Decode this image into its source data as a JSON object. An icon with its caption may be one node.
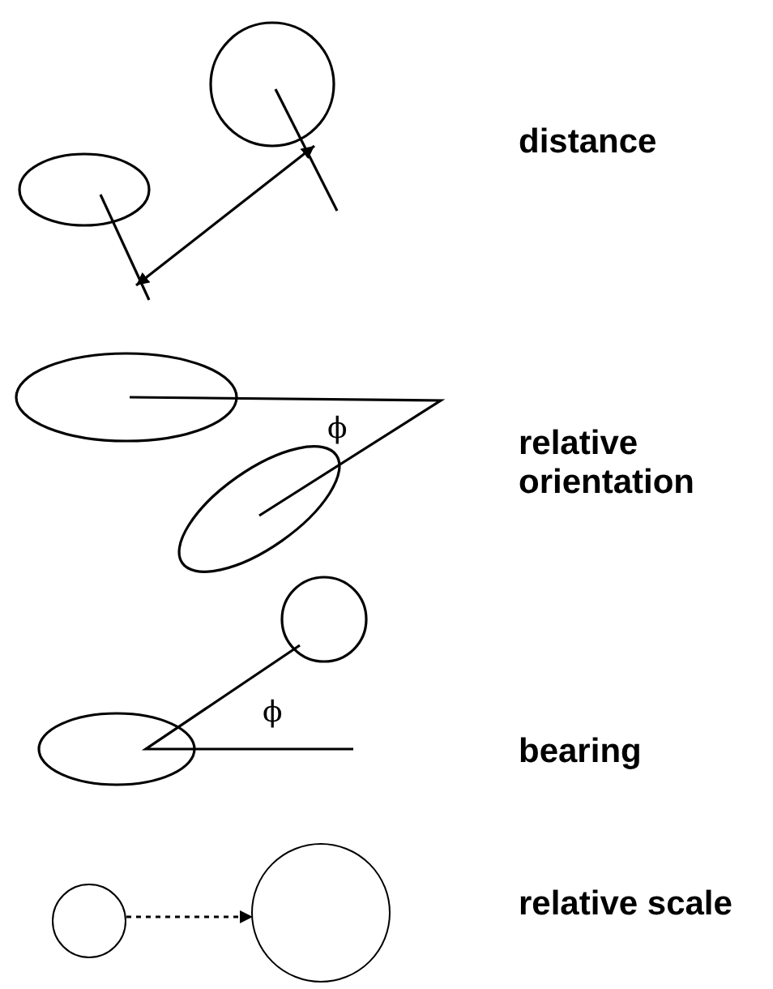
{
  "diagram": {
    "nodes": [
      {
        "text": [],
        "shape": "circle"
      },
      {
        "text": [],
        "shape": "circle"
      }
    ],
    "edges": [
      {
        "from": 0,
        "to": 1,
        "arrow": "to",
        "style": "dashed"
      }
    ],
    "labels": [
      "distance",
      "ϕ",
      "relative orientation",
      "ϕ",
      "bearing",
      "relative scale"
    ]
  }
}
